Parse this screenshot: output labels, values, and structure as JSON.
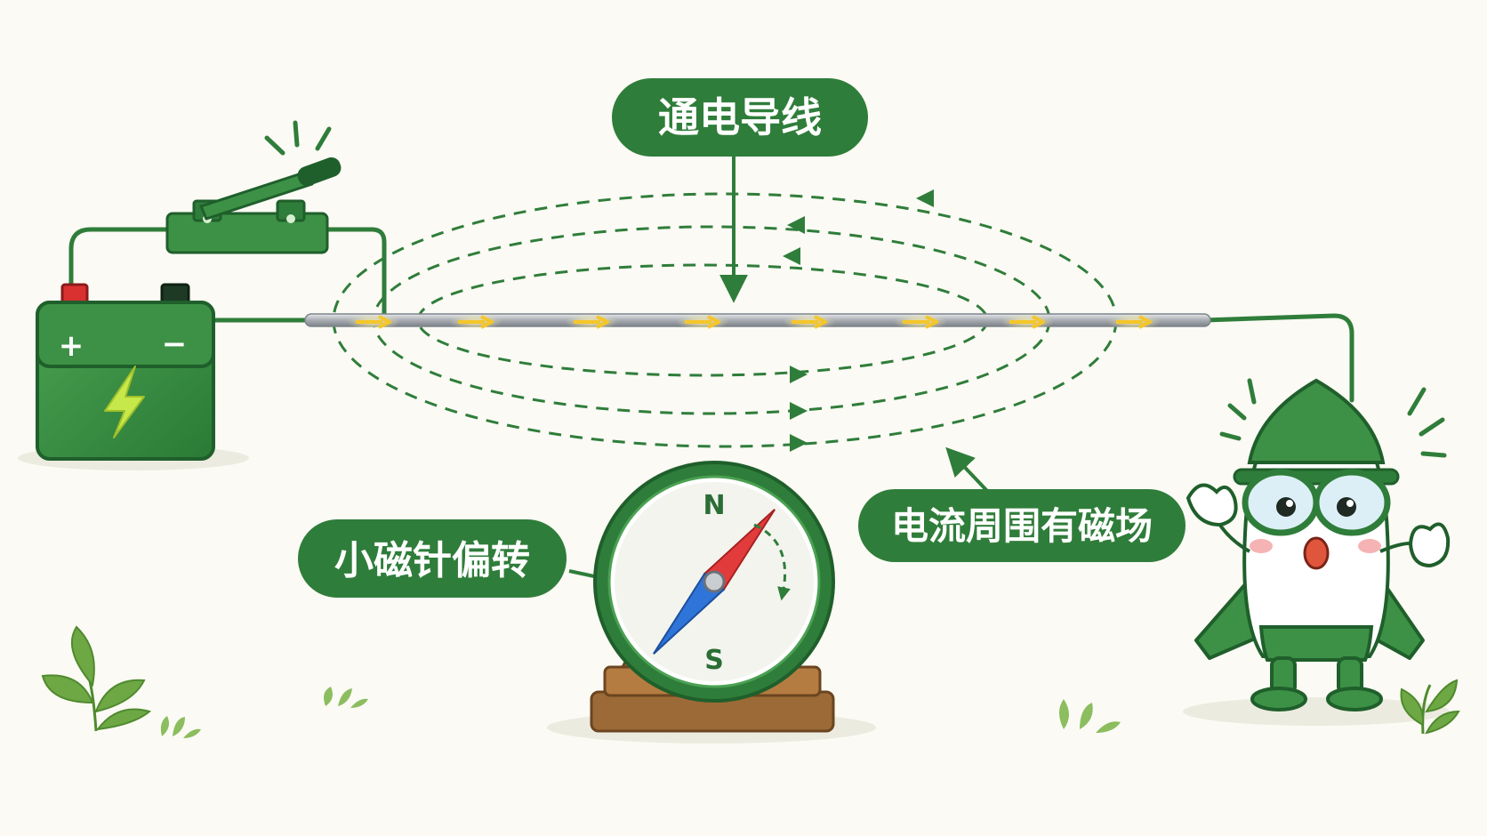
{
  "labels": {
    "wire": "通电导线",
    "needle": "小磁针偏转",
    "field": "电流周围有磁场"
  },
  "battery": {
    "plus": "+",
    "minus": "−"
  },
  "compass": {
    "north": "N",
    "south": "S"
  },
  "colors": {
    "primary_green": "#2f7d3a",
    "dark_green": "#1f5f2b",
    "current_arrow": "#f5c62a",
    "needle_north": "#e23b3b",
    "needle_south": "#2f74d8",
    "wood": "#8a5a2b"
  },
  "icons": {
    "bolt": "lightning-bolt-icon",
    "mascot": "surprised-rocket-mascot"
  }
}
